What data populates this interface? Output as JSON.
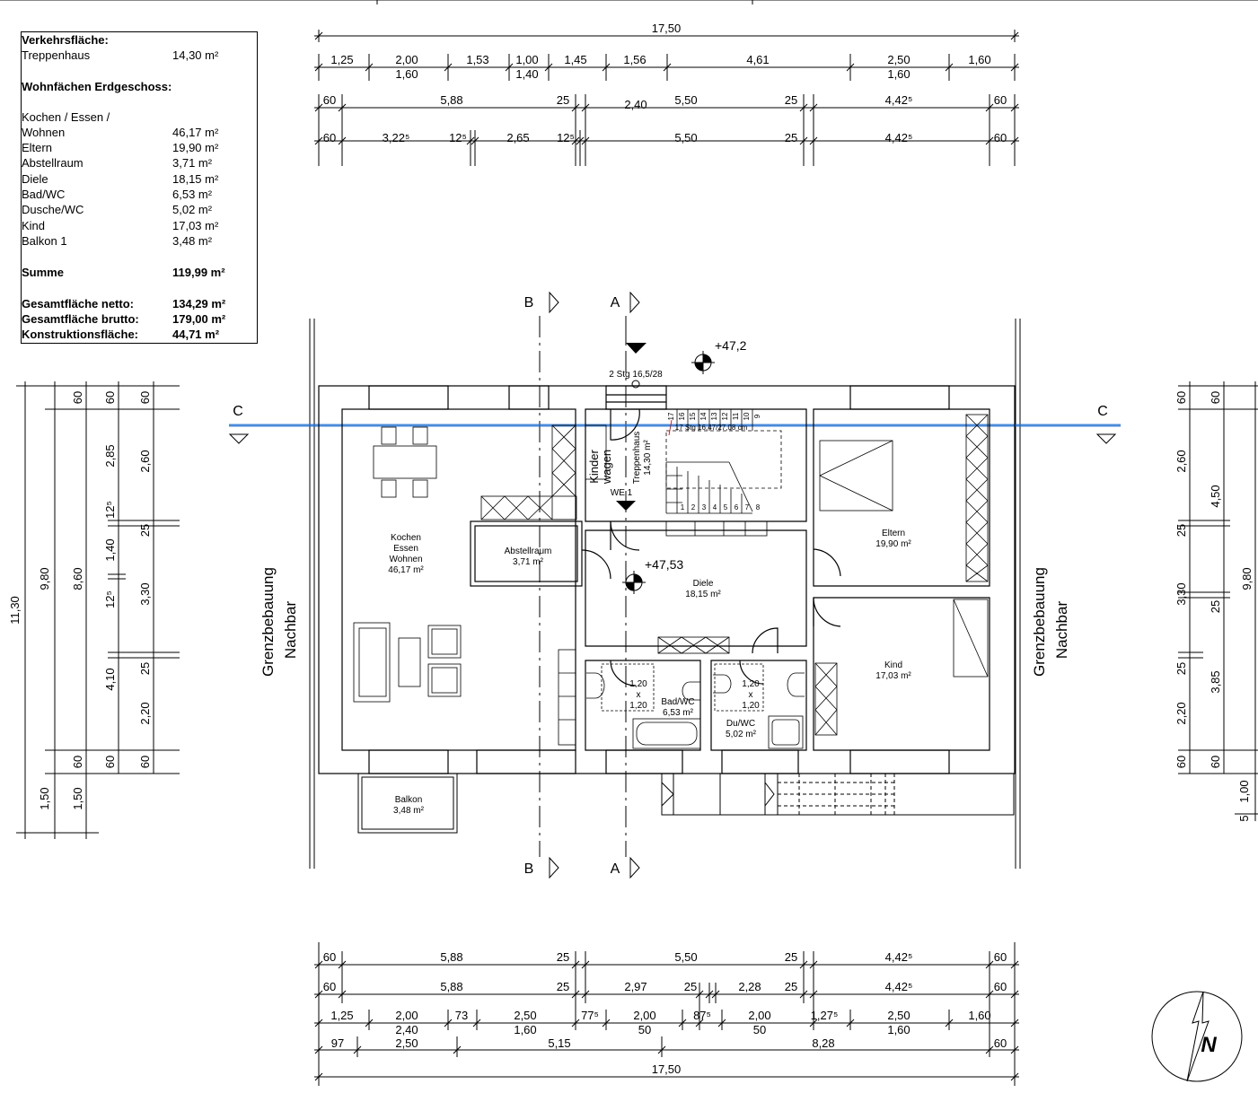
{
  "area_table": {
    "traffic_heading": "Verkehrsfläche:",
    "traffic_rows": [
      {
        "label": "Treppenhaus",
        "value": "14,30 m²"
      }
    ],
    "living_heading": "Wohnfächen Erdgeschoss:",
    "living_rows": [
      {
        "label": "Kochen / Essen /",
        "value": ""
      },
      {
        "label": "Wohnen",
        "value": "46,17 m²"
      },
      {
        "label": "Eltern",
        "value": "19,90 m²"
      },
      {
        "label": "Abstellraum",
        "value": "3,71 m²"
      },
      {
        "label": "Diele",
        "value": "18,15 m²"
      },
      {
        "label": "Bad/WC",
        "value": "6,53 m²"
      },
      {
        "label": "Dusche/WC",
        "value": "5,02 m²"
      },
      {
        "label": "Kind",
        "value": "17,03 m²"
      },
      {
        "label": "Balkon 1",
        "value": "3,48 m²"
      }
    ],
    "sum_label": "Summe",
    "sum_value": "119,99 m²",
    "totals": [
      {
        "label": "Gesamtfläche netto:",
        "value": "134,29 m²"
      },
      {
        "label": "Gesamtfläche brutto:",
        "value": "179,00 m²"
      },
      {
        "label": "Konstruktionsfläche:",
        "value": "44,71 m²"
      }
    ]
  },
  "top_dims": {
    "overall": "17,50",
    "row1": [
      "1,25",
      "2,00",
      "1,53",
      "1,00",
      "1,45",
      "1,56",
      "4,61",
      "2,50",
      "1,60"
    ],
    "row1_sub": [
      "1,60",
      "1,40",
      "1,60"
    ],
    "row2": [
      "60",
      "5,88",
      "25",
      "2,40",
      "5,50",
      "25",
      "4,42⁵",
      "60"
    ],
    "row3": [
      "60",
      "3,22⁵",
      "12⁵",
      "2,65",
      "12⁵",
      "5,50",
      "25",
      "4,42⁵",
      "60"
    ]
  },
  "bottom_dims": {
    "row1": [
      "60",
      "5,88",
      "25",
      "5,50",
      "25",
      "4,42⁵",
      "60"
    ],
    "row2": [
      "60",
      "5,88",
      "25",
      "2,97",
      "25",
      "2,28",
      "25",
      "4,42⁵",
      "60"
    ],
    "row3": [
      "1,25",
      "2,00",
      "73",
      "2,50",
      "77⁵",
      "2,00",
      "87⁵",
      "2,00",
      "1,27⁵",
      "2,50",
      "1,60"
    ],
    "row3_sub": [
      "2,40",
      "1,60",
      "50",
      "50",
      "1,60"
    ],
    "row4": [
      "97",
      "2,50",
      "5,15",
      "8,28",
      "60"
    ],
    "overall": "17,50"
  },
  "left_dims": {
    "c1": "11,30",
    "c2": "9,80",
    "c2b": [
      "1,50"
    ],
    "c3": [
      "60",
      "8,60",
      "60",
      "1,50"
    ],
    "c4": [
      "60",
      "2,85",
      "12⁵",
      "1,40",
      "12⁵",
      "4,10",
      "60"
    ],
    "c5": [
      "60",
      "2,60",
      "25",
      "3,30",
      "25",
      "2,20",
      "60"
    ]
  },
  "right_dims": {
    "c1": [
      "60",
      "2,60",
      "25",
      "3,30",
      "25",
      "2,20",
      "60"
    ],
    "c2": [
      "60",
      "4,50",
      "25",
      "3,85",
      "60",
      "1,00",
      "5"
    ],
    "c3": "9,80"
  },
  "labels": {
    "section_b": "B",
    "section_a": "A",
    "section_c": "C",
    "elev_top": "+47,2",
    "elev_diele": "+47,53",
    "stair_note": "2 Stg 16,5/28",
    "stair_run": "17 Stg 16,47/27,08 cm",
    "stair_nums_top": [
      "17",
      "16",
      "15",
      "14",
      "13",
      "12",
      "11",
      "10",
      "9"
    ],
    "stair_nums_bot": [
      "1",
      "2",
      "3",
      "4",
      "5",
      "6",
      "7",
      "8"
    ],
    "kinder": "Kinder",
    "wagen": "wagen",
    "we": "WE 1",
    "neighbor1": "Grenzbebauung",
    "neighbor2": "Nachbar",
    "north": "N",
    "win_bad": [
      "1,20",
      "x",
      "1,20"
    ],
    "win_du": [
      "1,20",
      "x",
      "1,20"
    ]
  },
  "rooms": [
    {
      "lines": [
        "Kochen",
        "Essen",
        "Wohnen",
        "46,17 m²"
      ]
    },
    {
      "lines": [
        "Abstellraum",
        "3,71 m²"
      ]
    },
    {
      "lines": [
        "Treppenhaus",
        "14,30 m²"
      ]
    },
    {
      "lines": [
        "Eltern",
        "19,90 m²"
      ]
    },
    {
      "lines": [
        "Diele",
        "18,15 m²"
      ]
    },
    {
      "lines": [
        "Kind",
        "17,03 m²"
      ]
    },
    {
      "lines": [
        "Bad/WC",
        "6,53 m²"
      ]
    },
    {
      "lines": [
        "Du/WC",
        "5,02 m²"
      ]
    },
    {
      "lines": [
        "Balkon",
        "3,48 m²"
      ]
    }
  ],
  "colors": {
    "section_c_line": "#1f6fd0",
    "ink": "#000000"
  }
}
